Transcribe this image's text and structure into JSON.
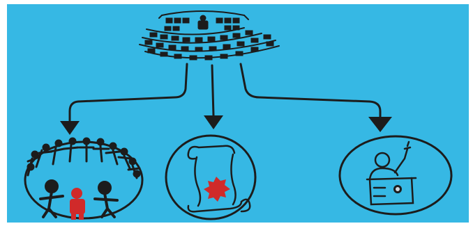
{
  "colors": {
    "paper": "#ffffff",
    "background": "#36b8e4",
    "ink": "#1c1c1c",
    "accent_red": "#d02a2a"
  },
  "diagram": {
    "source_node": {
      "icon": "parliament-chamber-icon"
    },
    "branches": [
      {
        "id": "left",
        "icon": "people-circle-icon"
      },
      {
        "id": "center",
        "icon": "scroll-seal-icon"
      },
      {
        "id": "right",
        "icon": "speaker-podium-icon"
      }
    ]
  }
}
